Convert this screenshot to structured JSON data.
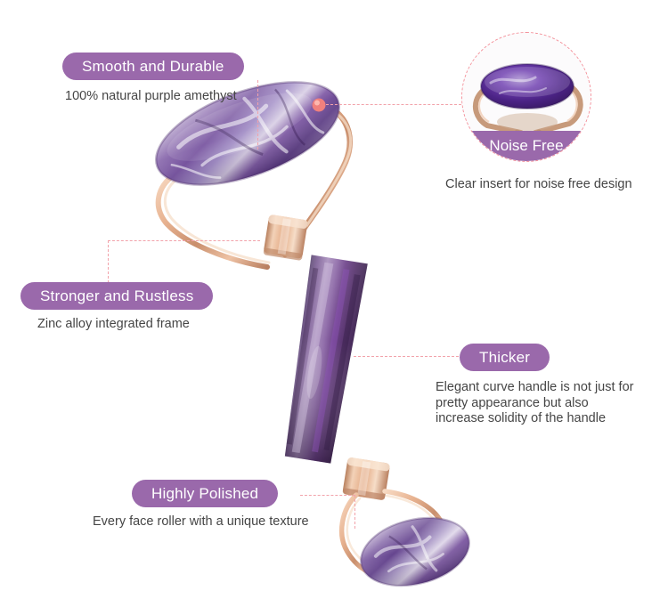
{
  "page": {
    "background": "#ffffff",
    "accent_purple": "#9a69ab",
    "accent_pink": "#f2a2aa",
    "caption_color": "#454545",
    "product": "amethyst face roller"
  },
  "callouts": [
    {
      "id": "smooth-durable",
      "label": "Smooth and Durable",
      "caption": "100% natural purple amethyst"
    },
    {
      "id": "noise-free",
      "label": "Noise Free",
      "caption": "Clear insert for noise free design"
    },
    {
      "id": "stronger-rustless",
      "label": "Stronger and Rustless",
      "caption": "Zinc alloy integrated frame"
    },
    {
      "id": "thicker",
      "label": "Thicker",
      "caption": "Elegant curve handle is not just for pretty appearance but also increase solidity of the handle"
    },
    {
      "id": "highly-polished",
      "label": "Highly Polished",
      "caption": "Every face roller with a unique texture"
    }
  ],
  "icons": {
    "connector_dot": "connector-dot-icon",
    "inset_circle": "inset-circle-icon"
  }
}
